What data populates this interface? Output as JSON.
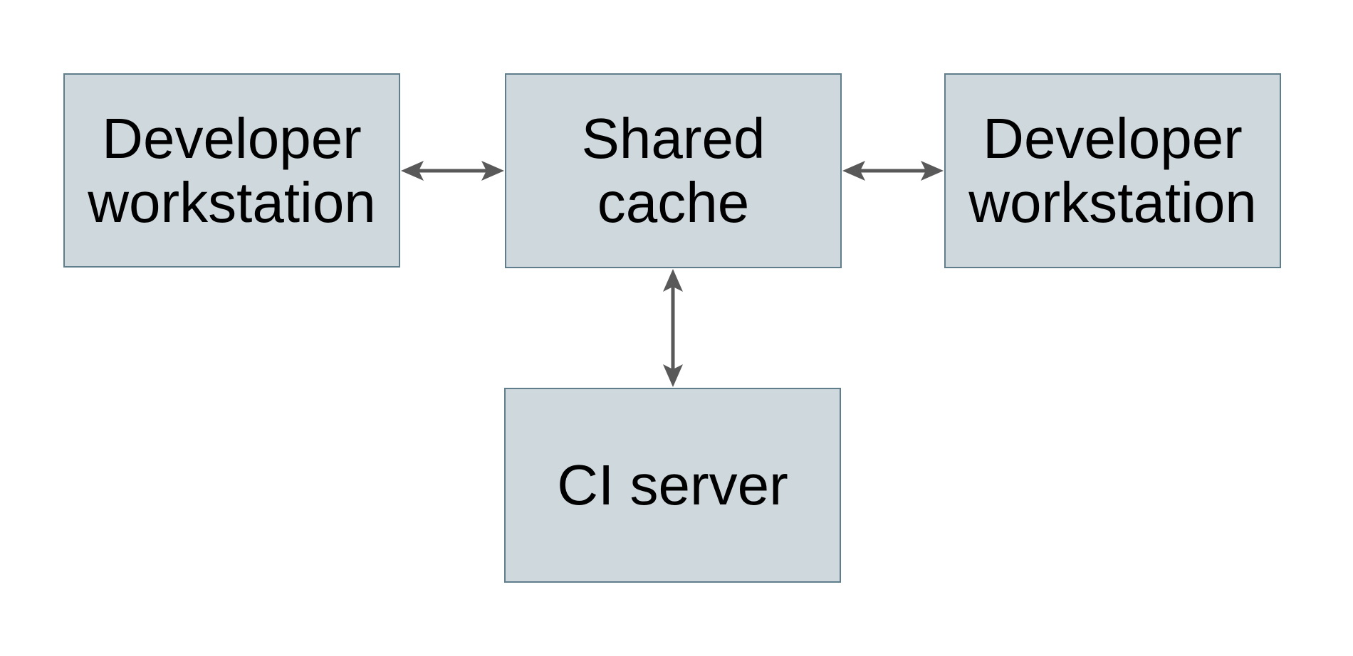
{
  "diagram": {
    "description": "Remote shared cache topology diagram",
    "colors": {
      "background": "#ffffff",
      "node_fill": "#cfd8dc",
      "node_border": "#607d8b",
      "arrow": "#595959",
      "text": "#000000"
    },
    "nodes": [
      {
        "id": "developer-workstation-left",
        "label": "Developer workstation"
      },
      {
        "id": "shared-cache",
        "label": "Shared cache"
      },
      {
        "id": "developer-workstation-right",
        "label": "Developer workstation"
      },
      {
        "id": "ci-server",
        "label": "CI server"
      }
    ],
    "edges": [
      {
        "from": "developer-workstation-left",
        "to": "shared-cache",
        "direction": "bidirectional"
      },
      {
        "from": "shared-cache",
        "to": "developer-workstation-right",
        "direction": "bidirectional"
      },
      {
        "from": "shared-cache",
        "to": "ci-server",
        "direction": "bidirectional"
      }
    ]
  }
}
